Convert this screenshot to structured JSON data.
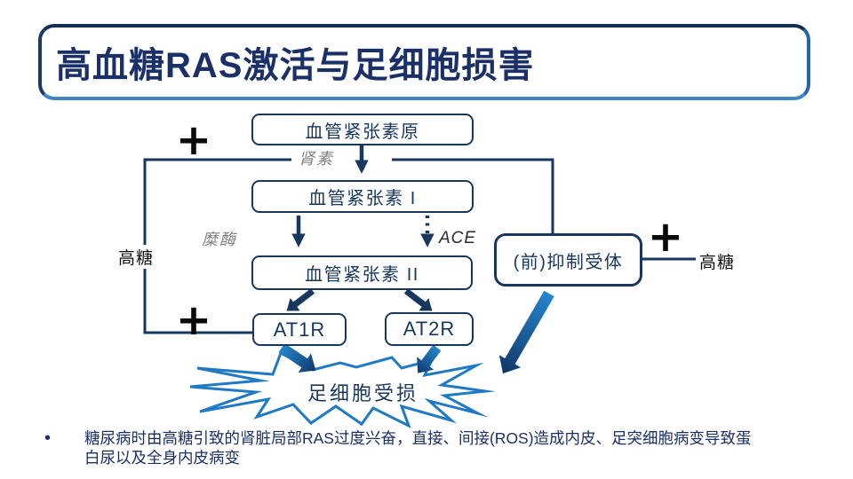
{
  "slide": {
    "title": "高血糖RAS激活与足细胞损害",
    "nodes": {
      "angiotensinogen": "血管紧张素原",
      "angiotensin_i": "血管紧张素 I",
      "angiotensin_ii": "血管紧张素 II",
      "at1r": "AT1R",
      "at2r": "AT2R",
      "prorenin_receptor": "(前)抑制受体"
    },
    "enzymes": {
      "renin": "肾素",
      "chymase": "糜酶",
      "ace": "ACE"
    },
    "stimulus": {
      "plus": "+",
      "high_glucose_left": "高糖",
      "high_glucose_right": "高糖"
    },
    "burst_label": "足细胞受损",
    "bullet_marker": "•",
    "bullet": "糖尿病时由高糖引致的肾脏局部RAS过度兴奋，直接、间接(ROS)造成内皮、足突细胞病变导致蛋白尿以及全身内皮病变",
    "colors": {
      "navy": "#17375E",
      "title_navy": "#1B3067",
      "burst_outline": "#1E7AC6",
      "arrow_light": "#2585CE",
      "arrow_dark": "#0E3564",
      "enzyme_gray": "#808080"
    }
  }
}
